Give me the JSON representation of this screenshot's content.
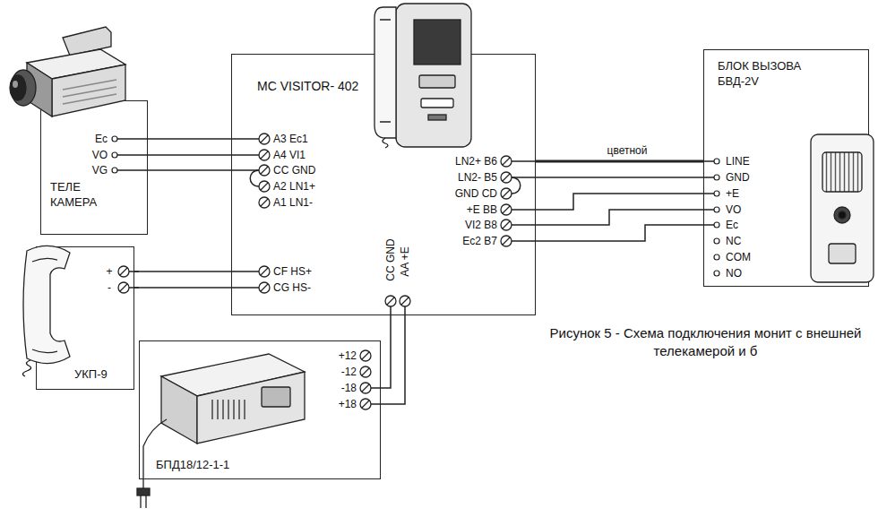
{
  "diagram": {
    "caption": "Рисунок 5 - Схема подключения монит с внешней телекамерой и б",
    "nodes": [
      {
        "text": [
          "ТЕЛЕ КАМЕРА"
        ]
      },
      {
        "text": [
          "MC VISITOR- 402"
        ]
      },
      {
        "text": [
          "БЛОК ВЫЗОВА БВД-2V"
        ]
      },
      {
        "text": [
          "УКП-9"
        ]
      },
      {
        "text": [
          "БПД18/12-1-1"
        ]
      }
    ],
    "edges": [
      {
        "from": 0,
        "to": 1,
        "arrow": "none"
      },
      {
        "from": 0,
        "to": 1,
        "arrow": "none"
      },
      {
        "from": 0,
        "to": 1,
        "arrow": "none"
      },
      {
        "from": 3,
        "to": 1,
        "arrow": "none"
      },
      {
        "from": 3,
        "to": 1,
        "arrow": "none"
      },
      {
        "from": 4,
        "to": 1,
        "arrow": "none"
      },
      {
        "from": 4,
        "to": 1,
        "arrow": "none"
      },
      {
        "from": 1,
        "to": 2,
        "label": "цветной",
        "arrow": "none"
      },
      {
        "from": 1,
        "to": 2,
        "arrow": "none"
      },
      {
        "from": 1,
        "to": 2,
        "arrow": "none"
      },
      {
        "from": 1,
        "to": 2,
        "arrow": "none"
      },
      {
        "from": 1,
        "to": 2,
        "arrow": "none"
      }
    ],
    "labels": [
      "Ec",
      "VO",
      "VG",
      "A3 Ec1",
      "A4 VI1",
      "CC GND",
      "A2 LN1+",
      "A1 LN1-",
      "CF HS+",
      "CG HS-",
      "CC GND",
      "AA +E",
      "LN2+ B6",
      "LN2- B5",
      "GND CD",
      "+E BB",
      "VI2 B8",
      "Ec2 B7",
      "LINE",
      "GND",
      "+E",
      "VO",
      "Ec",
      "NC",
      "COM",
      "NO",
      "+",
      "-",
      "+12",
      "-12",
      "-18",
      "+18"
    ]
  }
}
